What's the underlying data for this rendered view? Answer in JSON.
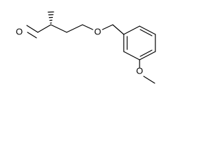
{
  "molecule": {
    "atom_labels": {
      "aldehyde_oxygen": "O",
      "ether_oxygen": "O",
      "methoxy_oxygen": "O"
    },
    "stereo_bonds": {
      "methyl": "hashed-wedge"
    }
  }
}
